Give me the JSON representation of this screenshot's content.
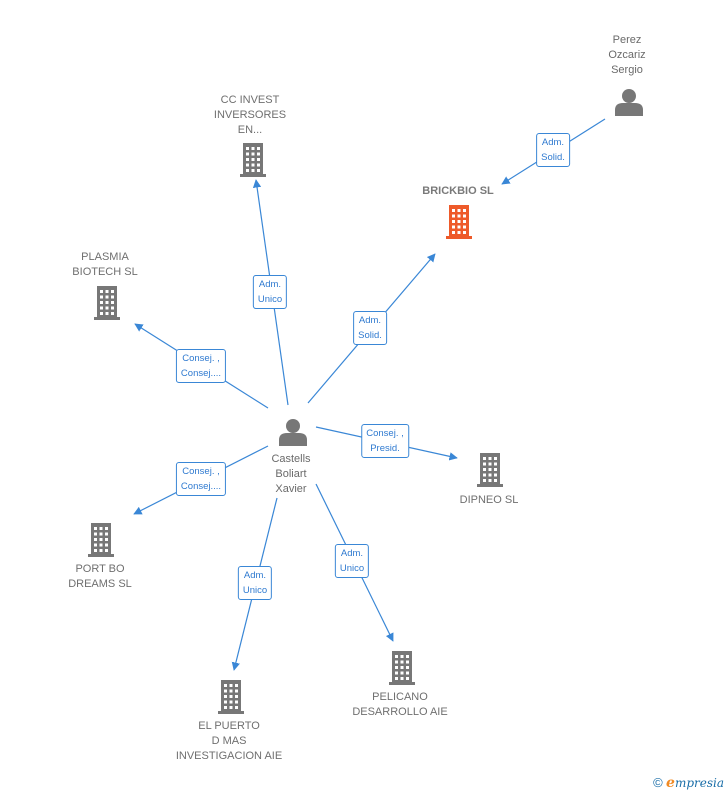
{
  "colors": {
    "edge": "#3a87d6",
    "node_gray": "#777777",
    "focus_company": "#ee5a2a"
  },
  "nodes": {
    "castells": {
      "label": "Castells\nBoliart\nXavier",
      "icon": "person-icon",
      "kind": "person"
    },
    "perez": {
      "label": "Perez\nOzcariz\nSergio",
      "icon": "person-icon",
      "kind": "person"
    },
    "brickbio": {
      "label": "BRICKBIO  SL",
      "icon": "building-icon",
      "kind": "focus"
    },
    "ccinvest": {
      "label": "CC INVEST\nINVERSORES\nEN...",
      "icon": "building-icon",
      "kind": "company"
    },
    "plasmia": {
      "label": "PLASMIA\nBIOTECH SL",
      "icon": "building-icon",
      "kind": "company"
    },
    "dipneo": {
      "label": "DIPNEO  SL",
      "icon": "building-icon",
      "kind": "company"
    },
    "portbo": {
      "label": "PORT BO\nDREAMS  SL",
      "icon": "building-icon",
      "kind": "company"
    },
    "elpuerto": {
      "label": "EL PUERTO\nD MAS\nINVESTIGACION AIE",
      "icon": "building-icon",
      "kind": "company"
    },
    "pelicano": {
      "label": "PELICANO\nDESARROLLO AIE",
      "icon": "building-icon",
      "kind": "company"
    }
  },
  "edges": [
    {
      "from": "perez",
      "to": "brickbio",
      "label": "Adm.\nSolid."
    },
    {
      "from": "castells",
      "to": "ccinvest",
      "label": "Adm.\nUnico"
    },
    {
      "from": "castells",
      "to": "brickbio",
      "label": "Adm.\nSolid."
    },
    {
      "from": "castells",
      "to": "plasmia",
      "label": "Consej. ,\nConsej...."
    },
    {
      "from": "castells",
      "to": "dipneo",
      "label": "Consej. ,\nPresid."
    },
    {
      "from": "castells",
      "to": "portbo",
      "label": "Consej. ,\nConsej...."
    },
    {
      "from": "castells",
      "to": "elpuerto",
      "label": "Adm.\nUnico"
    },
    {
      "from": "castells",
      "to": "pelicano",
      "label": "Adm.\nUnico"
    }
  ],
  "footer": {
    "copyright": "©",
    "brand_initial": "e",
    "brand_rest": "mpresia"
  }
}
